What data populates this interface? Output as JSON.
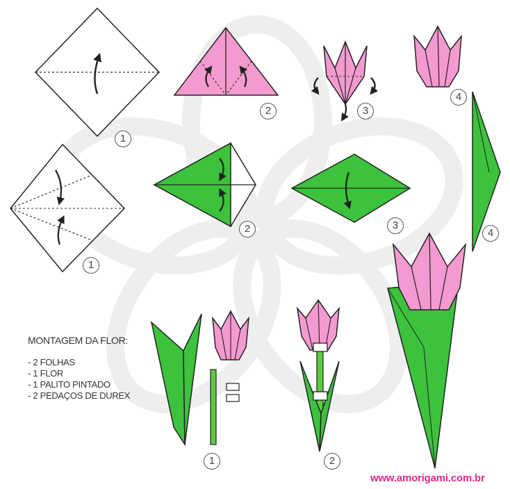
{
  "step_numbers": {
    "flower_1": "1",
    "flower_2": "2",
    "flower_3": "3",
    "flower_4": "4",
    "leaf_1": "1",
    "leaf_2": "2",
    "leaf_3": "3",
    "leaf_4": "4",
    "assembly_1": "1",
    "assembly_2": "2"
  },
  "assembly": {
    "title": "MONTAGEM DA FLOR:",
    "items": [
      "- 2 FOLHAS",
      "- 1 FLOR",
      "- 1 PALITO PINTADO",
      "- 2 PEDAÇOS DE DUREX"
    ]
  },
  "website": "www.amorigami.com.br",
  "colors": {
    "flower_pink": "#f49ad0",
    "leaf_green": "#3cc23c",
    "stem_green": "#5ccb3f",
    "outline": "#222222",
    "fold_arrow": "#222222",
    "watermark": "#eeeeee",
    "website_text": "#e0288a"
  },
  "icons": {
    "fold_arrow": "curved-arrow-icon",
    "step_marker": "circled-number-icon"
  }
}
